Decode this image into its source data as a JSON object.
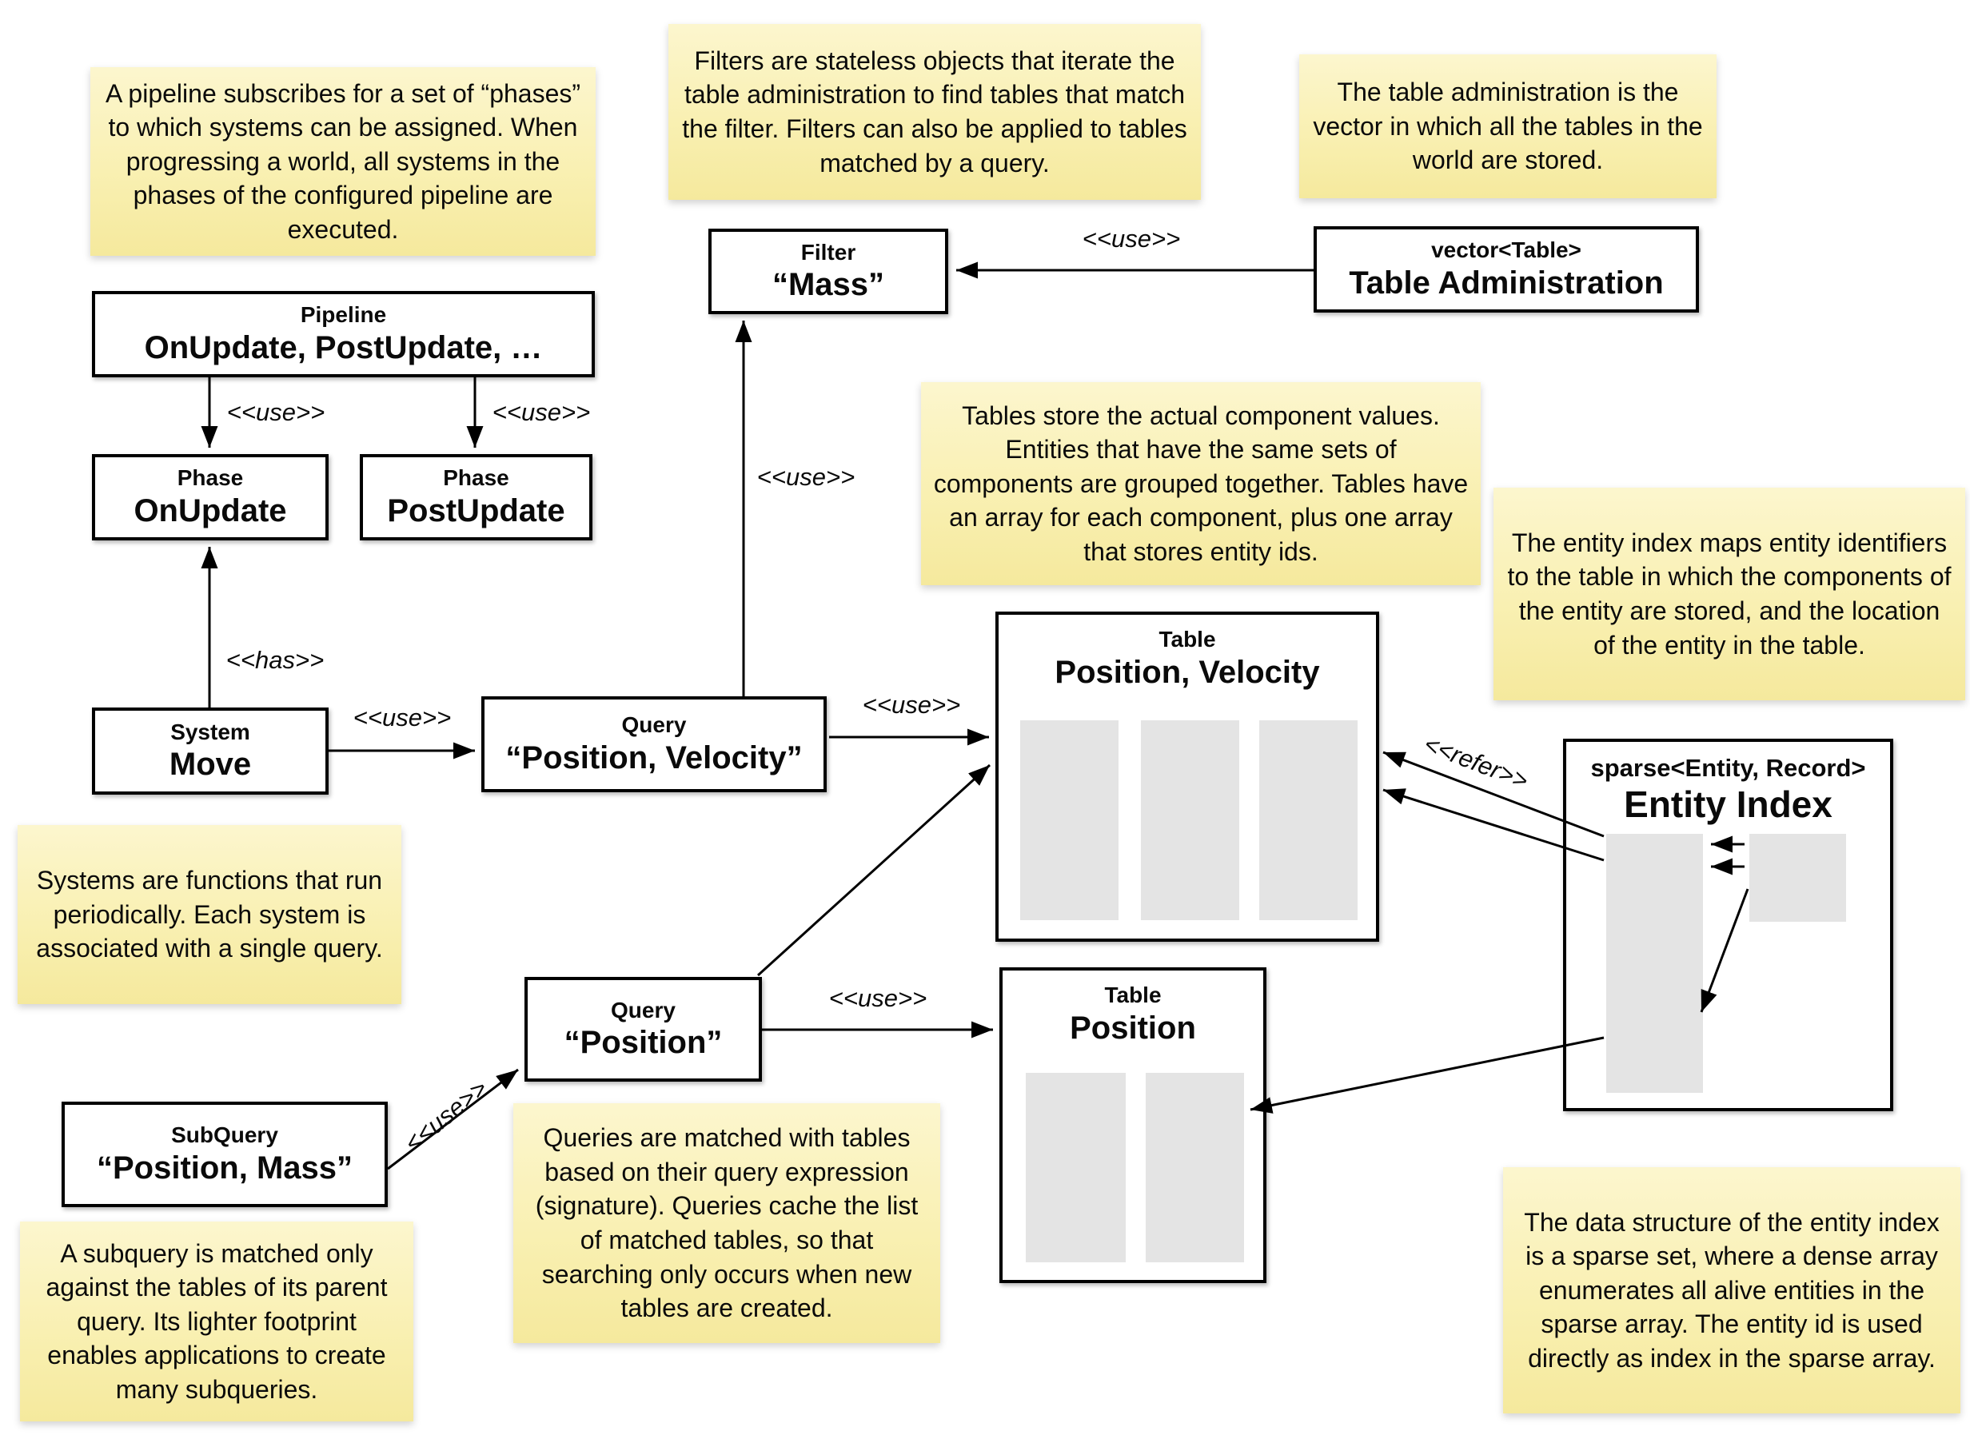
{
  "notes": {
    "pipeline": "A pipeline subscribes for a set of “phases” to which systems can be assigned. When progressing a world, all systems in the phases of the configured pipeline are executed.",
    "filters": "Filters are stateless objects that iterate the table administration to find tables that match the filter. Filters can also be applied to tables matched by a query.",
    "table_admin": "The table administration is the vector in which all the tables in the world are stored.",
    "tables": "Tables store the actual component values. Entities that have the same sets of components are grouped together. Tables have an array for each component, plus one array that stores entity ids.",
    "entity_index": "The entity index maps entity identifiers to the table in which the components of the entity are stored, and the location of the entity in the table.",
    "systems": "Systems are functions that run periodically. Each system is associated with a single query.",
    "queries": "Queries are matched with tables based on their query expression (signature). Queries cache the list of matched tables, so that searching only occurs when new tables are created.",
    "subquery": "A subquery is matched only against the tables of its parent query. Its lighter footprint enables applications to create many subqueries.",
    "sparse_set": "The data structure of the entity index is a sparse set, where a dense array enumerates all alive entities in the sparse array. The entity id is used directly as index in the sparse array."
  },
  "boxes": {
    "filter": {
      "type": "Filter",
      "name": "“Mass”"
    },
    "table_admin": {
      "type": "vector<Table>",
      "name": "Table Administration"
    },
    "pipeline": {
      "type": "Pipeline",
      "name": "OnUpdate, PostUpdate, …"
    },
    "phase_onupdate": {
      "type": "Phase",
      "name": "OnUpdate"
    },
    "phase_postupdate": {
      "type": "Phase",
      "name": "PostUpdate"
    },
    "system_move": {
      "type": "System",
      "name": "Move"
    },
    "query_pv": {
      "type": "Query",
      "name": "“Position, Velocity”"
    },
    "query_pos": {
      "type": "Query",
      "name": "“Position”"
    },
    "subquery": {
      "type": "SubQuery",
      "name": "“Position, Mass”"
    },
    "table_pv": {
      "type": "Table",
      "name": "Position, Velocity"
    },
    "table_pos": {
      "type": "Table",
      "name": "Position"
    },
    "entity_index": {
      "type": "sparse<Entity, Record>",
      "name": "Entity Index"
    }
  },
  "edge_labels": {
    "use_admin_filter": "<<use>>",
    "use_pipeline_onupdate": "<<use>>",
    "use_pipeline_postupdate": "<<use>>",
    "has_system_phase": "<<has>>",
    "use_system_query": "<<use>>",
    "use_query_filter": "<<use>>",
    "use_query_table_pv": "<<use>>",
    "use_query_table_pos": "<<use>>",
    "use_subquery_query": "<<use>>",
    "refer_entity_tables": "<<refer>>"
  },
  "colors": {
    "note_yellow": "#f8f0ae",
    "array_gray": "#e4e4e4",
    "line_black": "#000000",
    "background": "#ffffff"
  }
}
